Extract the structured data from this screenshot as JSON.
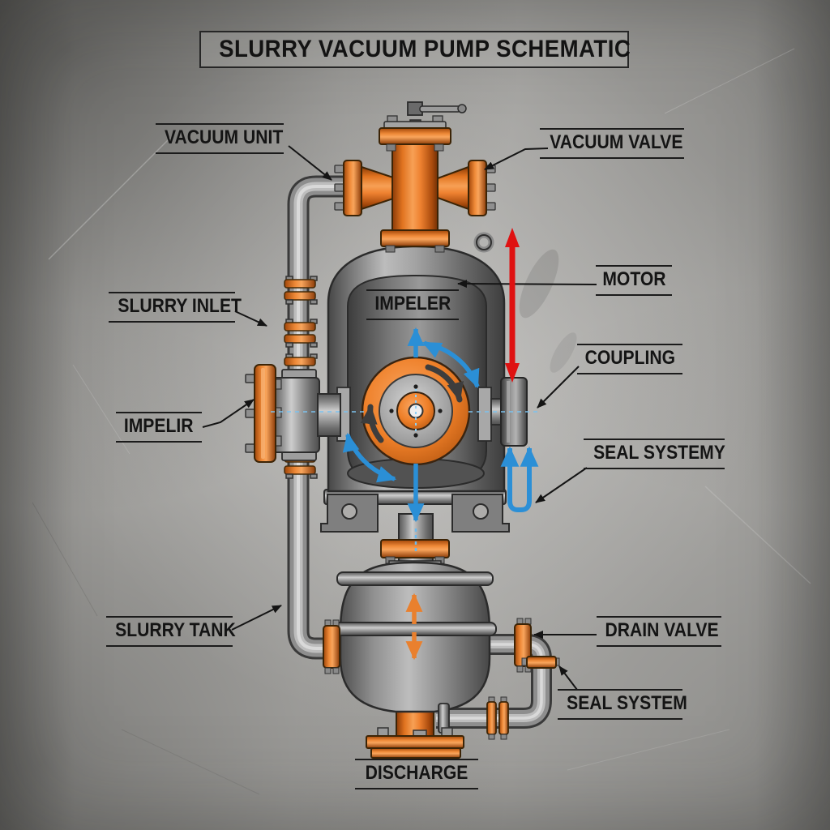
{
  "title": "SLURRY VACUUM PUMP SCHEMATIC",
  "labels": {
    "vacuum_unit": "VACUUM UNIT",
    "vacuum_valve": "VACUUM VALVE",
    "slurry_inlet": "SLURRY INLET",
    "motor": "MOTOR",
    "impeller_body": "IMPELER",
    "coupling": "COUPLING",
    "impeller_left": "IMPELIR",
    "seal_systemy": "SEAL SYSTEMY",
    "slurry_tank": "SLURRY TANK",
    "drain_valve": "DRAIN VALVE",
    "seal_system": "SEAL SYSTEM",
    "discharge": "DISCHARGE"
  },
  "colors": {
    "background_concrete": "#b2b1ae",
    "metal_gray": "#8e8e8e",
    "accent_orange": "#e87722",
    "flow_blue": "#2b8fd6",
    "motor_red": "#df1111",
    "rotation_dark": "#3d3d3d",
    "label_ink": "#141414"
  }
}
